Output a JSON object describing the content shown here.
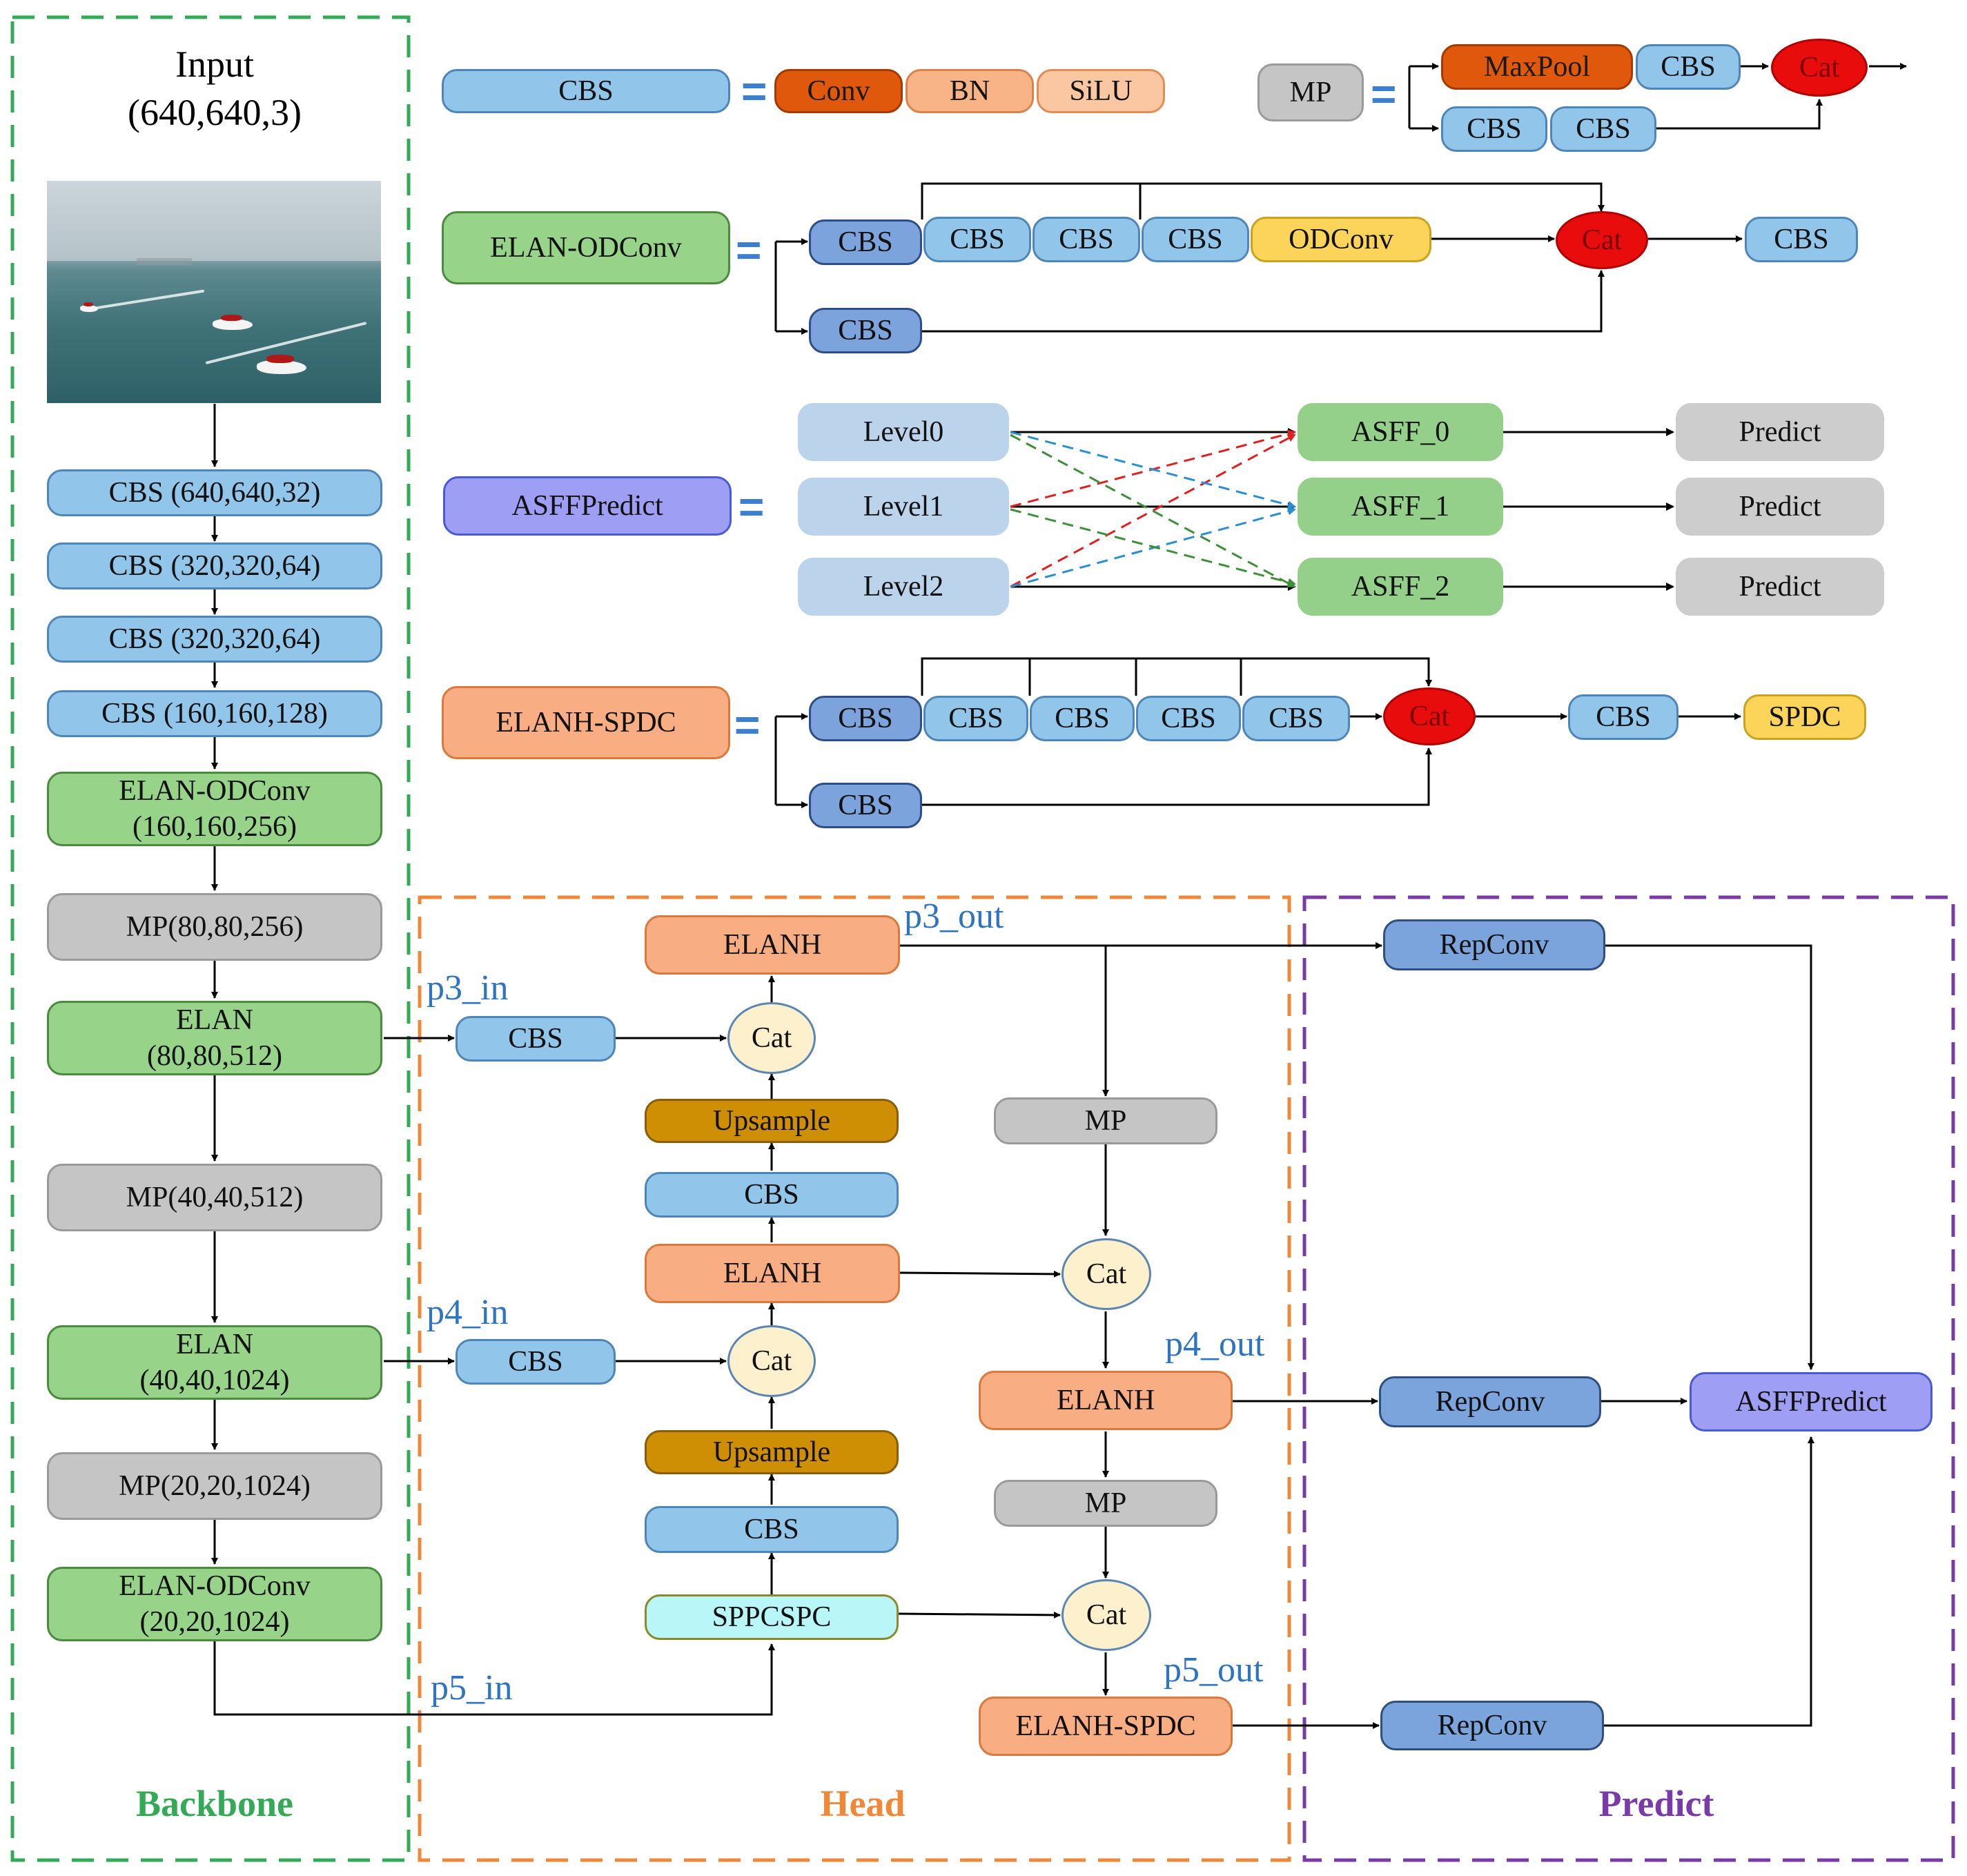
{
  "sections": {
    "backbone": "Backbone",
    "head": "Head",
    "predict": "Predict"
  },
  "colors": {
    "backbone": "#33aa55",
    "head": "#f0883a",
    "predict": "#7a3aa8",
    "tag": "#2e74c0"
  },
  "input": {
    "label": "Input",
    "shape": "(640,640,3)"
  },
  "backbone": {
    "cbs1": "CBS (640,640,32)",
    "cbs2": "CBS (320,320,64)",
    "cbs3": "CBS (320,320,64)",
    "cbs4": "CBS (160,160,128)",
    "elan_odconv1": {
      "name": "ELAN-ODConv",
      "shape": "(160,160,256)"
    },
    "mp1": "MP(80,80,256)",
    "elan1": {
      "name": "ELAN",
      "shape": "(80,80,512)"
    },
    "mp2": "MP(40,40,512)",
    "elan2": {
      "name": "ELAN",
      "shape": "(40,40,1024)"
    },
    "mp3": "MP(20,20,1024)",
    "elan_odconv2": {
      "name": "ELAN-ODConv",
      "shape": "(20,20,1024)"
    }
  },
  "legend": {
    "eq": "=",
    "cbs": {
      "name": "CBS",
      "parts": [
        "Conv",
        "BN",
        "SiLU"
      ]
    },
    "mp": {
      "name": "MP",
      "maxpool": "MaxPool",
      "cbs": "CBS",
      "cat": "Cat"
    },
    "elan_odconv": {
      "name": "ELAN-ODConv",
      "cbs": "CBS",
      "odconv": "ODConv",
      "cat": "Cat"
    },
    "asff": {
      "name": "ASFFPredict",
      "levels": [
        "Level0",
        "Level1",
        "Level2"
      ],
      "asff": [
        "ASFF_0",
        "ASFF_1",
        "ASFF_2"
      ],
      "predict": "Predict"
    },
    "elanh_spdc": {
      "name": "ELANH-SPDC",
      "cbs": "CBS",
      "cat": "Cat",
      "spdc": "SPDC"
    }
  },
  "head": {
    "p3_in": "p3_in",
    "p4_in": "p4_in",
    "p5_in": "p5_in",
    "p3_out": "p3_out",
    "p4_out": "p4_out",
    "p5_out": "p5_out",
    "cbs": "CBS",
    "cat": "Cat",
    "elanh": "ELANH",
    "upsample": "Upsample",
    "sppcspc": "SPPCSPC",
    "mp": "MP",
    "elanh_spdc": "ELANH-SPDC"
  },
  "predict": {
    "repconv": "RepConv",
    "asffpredict": "ASFFPredict"
  },
  "edge_colors": {
    "red": "#e02020",
    "blue": "#2a8fd0",
    "green": "#3f8f3a"
  }
}
